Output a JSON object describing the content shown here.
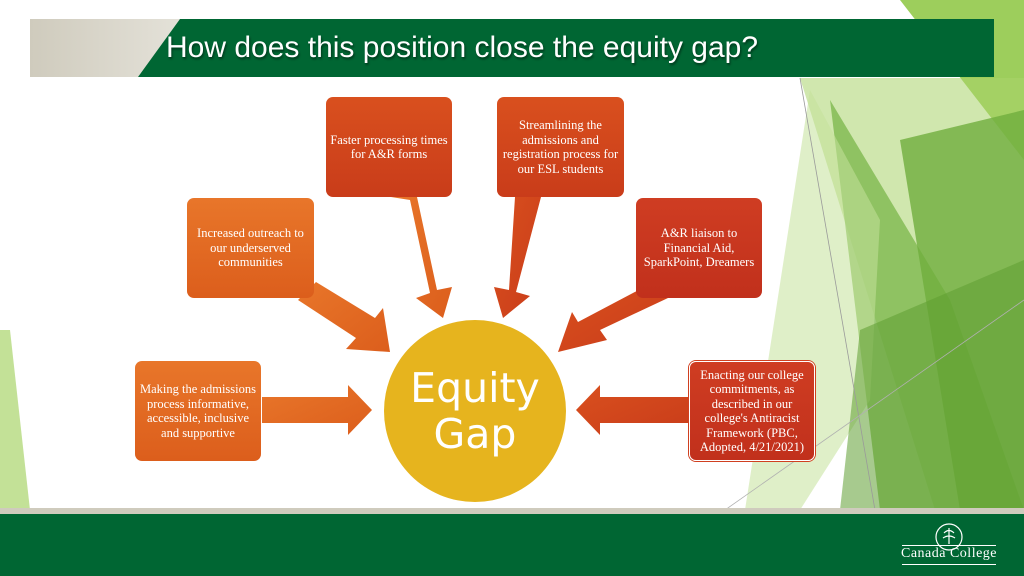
{
  "title": "How does this position close the equity gap?",
  "center": {
    "line1": "Equity",
    "line2": "Gap"
  },
  "boxes": {
    "faster": "Faster processing times for A&R forms",
    "streamlining": "Streamlining the admissions and registration process for our ESL students",
    "outreach": "Increased outreach to our underserved communities",
    "liaison": "A&R liaison to Financial Aid, SparkPoint, Dreamers",
    "making": "Making the admissions process informative, accessible, inclusive and supportive",
    "enacting": "Enacting our college commitments, as described in our college's Antiracist Framework (PBC, Adopted, 4/21/2021)"
  },
  "logo": {
    "text": "Canada College"
  },
  "colors": {
    "brand_green": "#006633",
    "circle": "#e6b41e",
    "orange": "#e8762a",
    "red": "#c93c1a"
  }
}
